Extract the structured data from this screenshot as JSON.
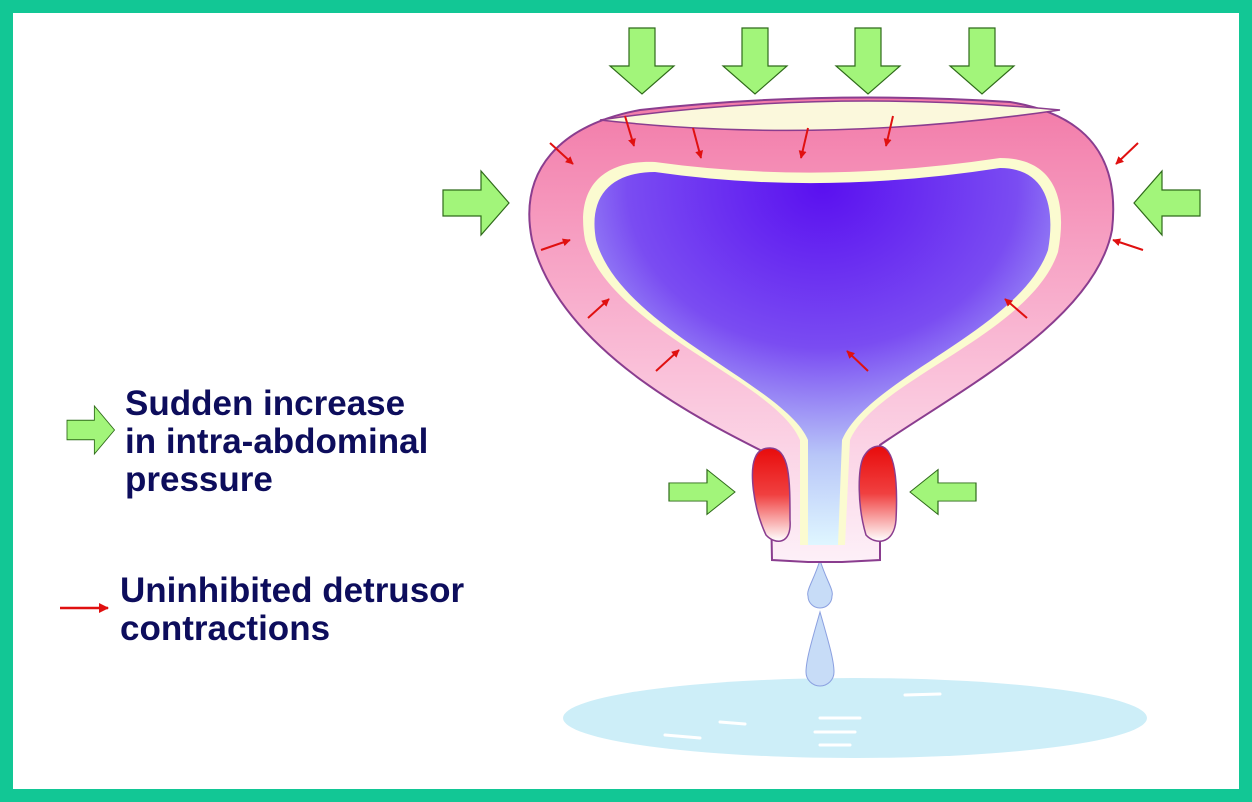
{
  "legend": {
    "green_arrow": {
      "icon": "green-block-arrow-icon",
      "lines": [
        "Sudden increase",
        "in intra-abdominal",
        "pressure"
      ]
    },
    "red_arrow": {
      "icon": "red-arrow-icon",
      "lines": [
        "Uninhibited detrusor",
        "contractions"
      ]
    }
  },
  "colors": {
    "border": "#12c795",
    "text": "#0d0d5c",
    "green_arrow": "#a2f57a",
    "red_arrow": "#e01010",
    "lumen": "#6a1ff0",
    "wall": "#f07aa8"
  }
}
